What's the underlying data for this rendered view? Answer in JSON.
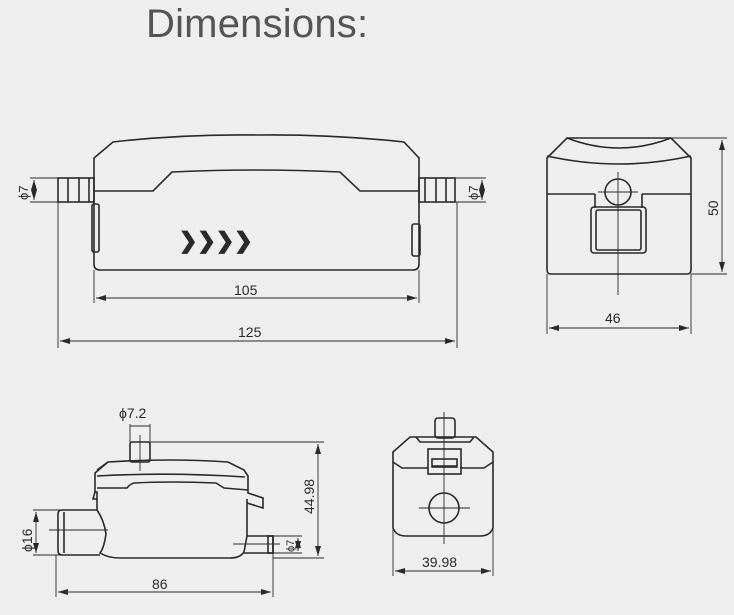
{
  "title": "Dimensions:",
  "colors": {
    "background": "#efefef",
    "line": "#2a2a2a",
    "title": "#555555"
  },
  "views": {
    "front": {
      "dim_inner_width": "105",
      "dim_outer_width": "125",
      "dim_left_port": "ϕ7",
      "dim_right_port": "ϕ7",
      "chevrons": "❯❯❯❯"
    },
    "side": {
      "dim_width": "46",
      "dim_height": "50"
    },
    "bottom_front": {
      "dim_top_port": "ϕ7.2",
      "dim_height": "44.98",
      "dim_inlet": "ϕ16",
      "dim_outlet": "ϕ7",
      "dim_width": "86"
    },
    "bottom_side": {
      "dim_width": "39.98"
    }
  }
}
